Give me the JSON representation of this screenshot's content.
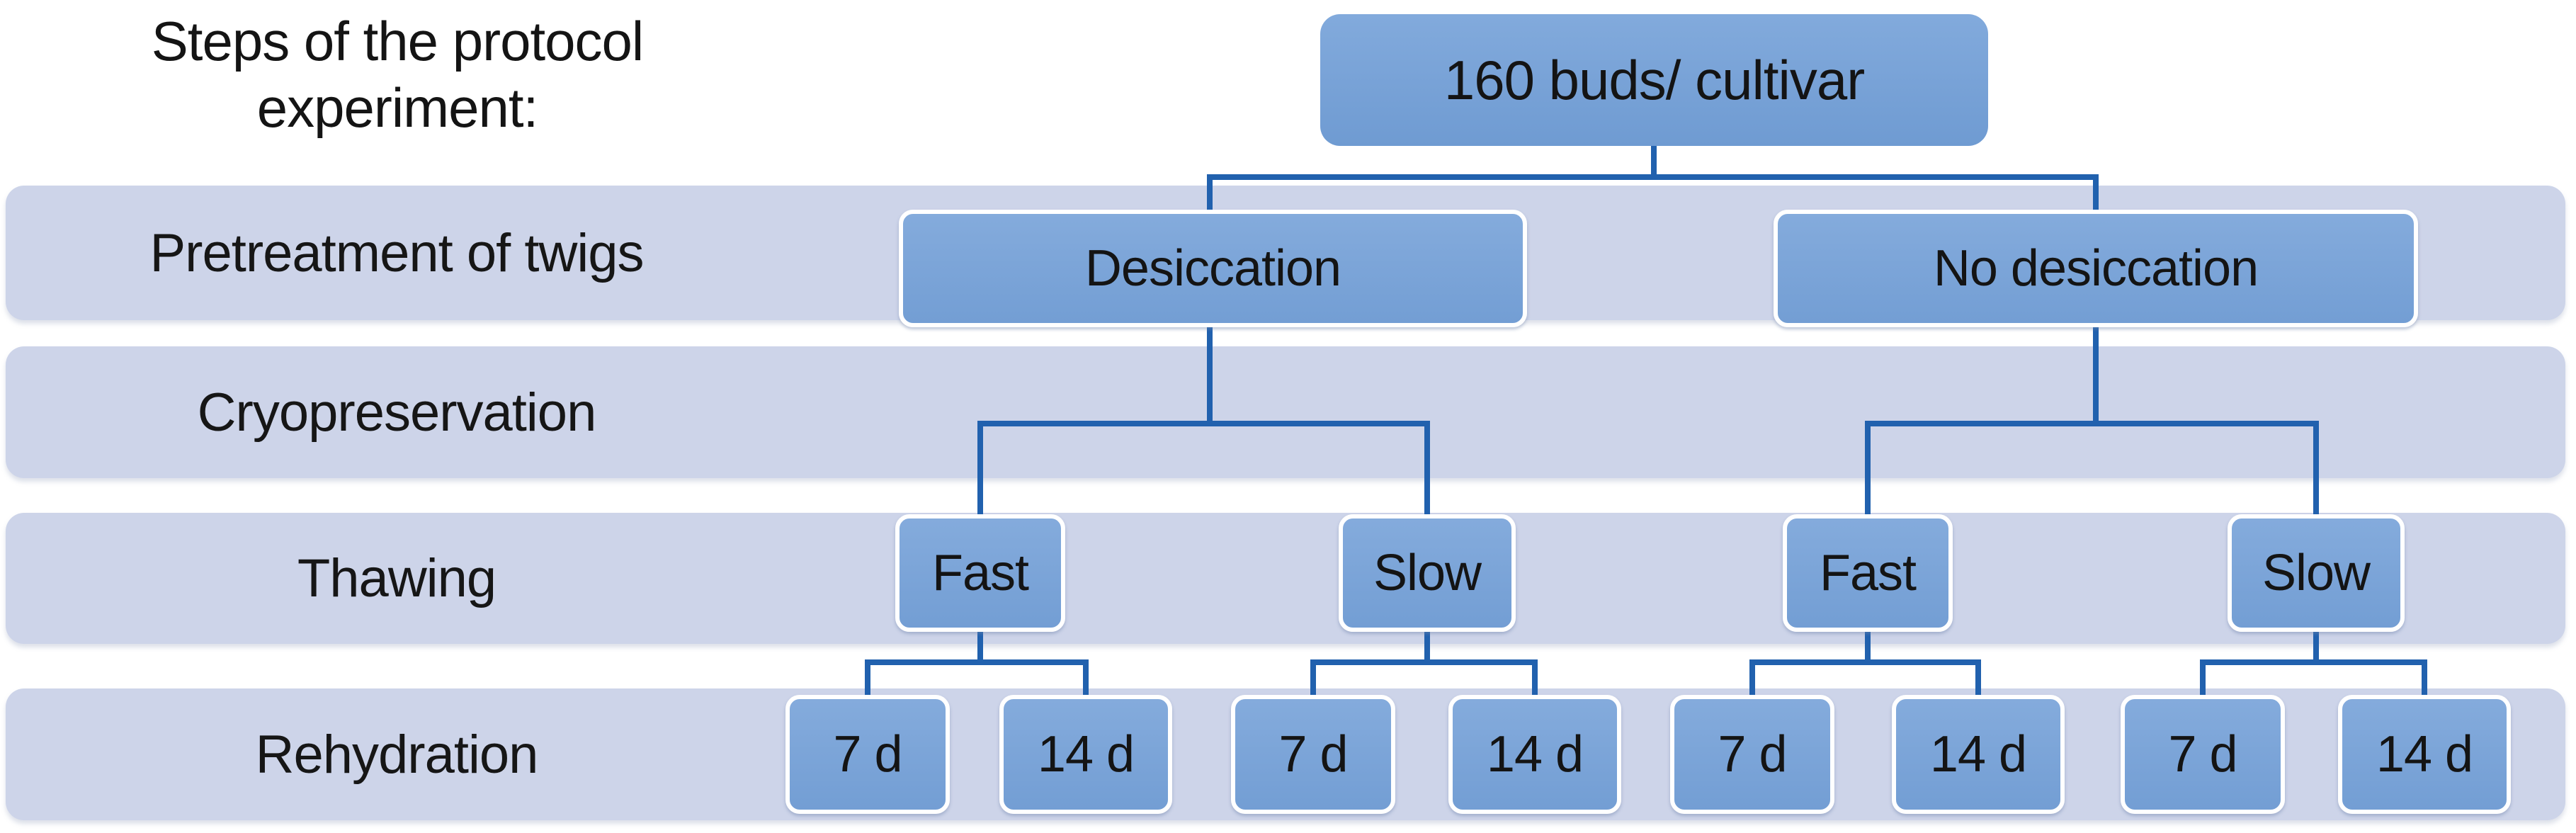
{
  "title": {
    "line1": "Steps of the protocol",
    "line2": "experiment:"
  },
  "root": {
    "label": "160 buds/ cultivar"
  },
  "rows": [
    {
      "label": "Pretreatment of twigs"
    },
    {
      "label": "Cryopreservation"
    },
    {
      "label": "Thawing"
    },
    {
      "label": "Rehydration"
    }
  ],
  "pretreatment": {
    "boxes": [
      {
        "label": "Desiccation"
      },
      {
        "label": "No desiccation"
      }
    ]
  },
  "thawing": {
    "boxes": [
      {
        "label": "Fast"
      },
      {
        "label": "Slow"
      },
      {
        "label": "Fast"
      },
      {
        "label": "Slow"
      }
    ]
  },
  "rehydration": {
    "boxes": [
      {
        "label": "7 d"
      },
      {
        "label": "14 d"
      },
      {
        "label": "7 d"
      },
      {
        "label": "14 d"
      },
      {
        "label": "7 d"
      },
      {
        "label": "14 d"
      },
      {
        "label": "7 d"
      },
      {
        "label": "14 d"
      }
    ]
  },
  "colors": {
    "band": "#cdd4e9",
    "node_fill": "#7da7db",
    "node_border": "#ffffff",
    "connector": "#2161ae",
    "text": "#1a1a1a"
  }
}
